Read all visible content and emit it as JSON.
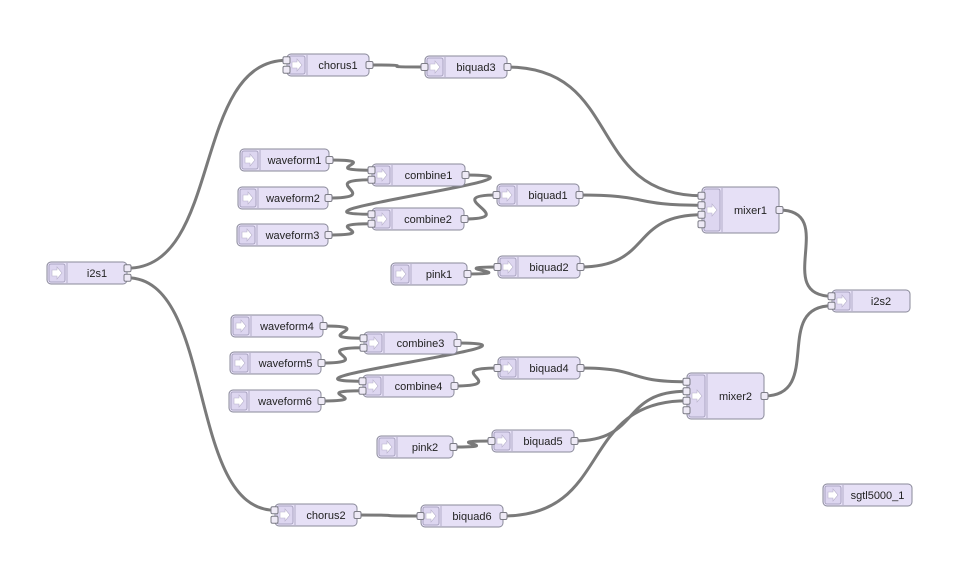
{
  "nodes": [
    {
      "id": "i2s1",
      "label": "i2s1"
    },
    {
      "id": "chorus1",
      "label": "chorus1"
    },
    {
      "id": "biquad3",
      "label": "biquad3"
    },
    {
      "id": "waveform1",
      "label": "waveform1"
    },
    {
      "id": "waveform2",
      "label": "waveform2"
    },
    {
      "id": "waveform3",
      "label": "waveform3"
    },
    {
      "id": "combine1",
      "label": "combine1"
    },
    {
      "id": "combine2",
      "label": "combine2"
    },
    {
      "id": "biquad1",
      "label": "biquad1"
    },
    {
      "id": "pink1",
      "label": "pink1"
    },
    {
      "id": "biquad2",
      "label": "biquad2"
    },
    {
      "id": "mixer1",
      "label": "mixer1"
    },
    {
      "id": "i2s2",
      "label": "i2s2"
    },
    {
      "id": "waveform4",
      "label": "waveform4"
    },
    {
      "id": "waveform5",
      "label": "waveform5"
    },
    {
      "id": "waveform6",
      "label": "waveform6"
    },
    {
      "id": "combine3",
      "label": "combine3"
    },
    {
      "id": "combine4",
      "label": "combine4"
    },
    {
      "id": "biquad4",
      "label": "biquad4"
    },
    {
      "id": "pink2",
      "label": "pink2"
    },
    {
      "id": "biquad5",
      "label": "biquad5"
    },
    {
      "id": "mixer2",
      "label": "mixer2"
    },
    {
      "id": "chorus2",
      "label": "chorus2"
    },
    {
      "id": "biquad6",
      "label": "biquad6"
    },
    {
      "id": "sgtl5000_1",
      "label": "sgtl5000_1"
    }
  ],
  "connections": [
    {
      "from": "i2s1",
      "to": "chorus1"
    },
    {
      "from": "chorus1",
      "to": "biquad3"
    },
    {
      "from": "biquad3",
      "to": "mixer1"
    },
    {
      "from": "waveform1",
      "to": "combine1"
    },
    {
      "from": "waveform2",
      "to": "combine1"
    },
    {
      "from": "combine1",
      "to": "combine2"
    },
    {
      "from": "waveform3",
      "to": "combine2"
    },
    {
      "from": "combine2",
      "to": "biquad1"
    },
    {
      "from": "biquad1",
      "to": "mixer1"
    },
    {
      "from": "pink1",
      "to": "biquad2"
    },
    {
      "from": "biquad2",
      "to": "mixer1"
    },
    {
      "from": "mixer1",
      "to": "i2s2"
    },
    {
      "from": "i2s1",
      "to": "chorus2"
    },
    {
      "from": "chorus2",
      "to": "biquad6"
    },
    {
      "from": "biquad6",
      "to": "mixer2"
    },
    {
      "from": "waveform4",
      "to": "combine3"
    },
    {
      "from": "waveform5",
      "to": "combine3"
    },
    {
      "from": "combine3",
      "to": "combine4"
    },
    {
      "from": "waveform6",
      "to": "combine4"
    },
    {
      "from": "combine4",
      "to": "biquad4"
    },
    {
      "from": "biquad4",
      "to": "mixer2"
    },
    {
      "from": "pink2",
      "to": "biquad5"
    },
    {
      "from": "biquad5",
      "to": "mixer2"
    },
    {
      "from": "mixer2",
      "to": "i2s2"
    }
  ]
}
